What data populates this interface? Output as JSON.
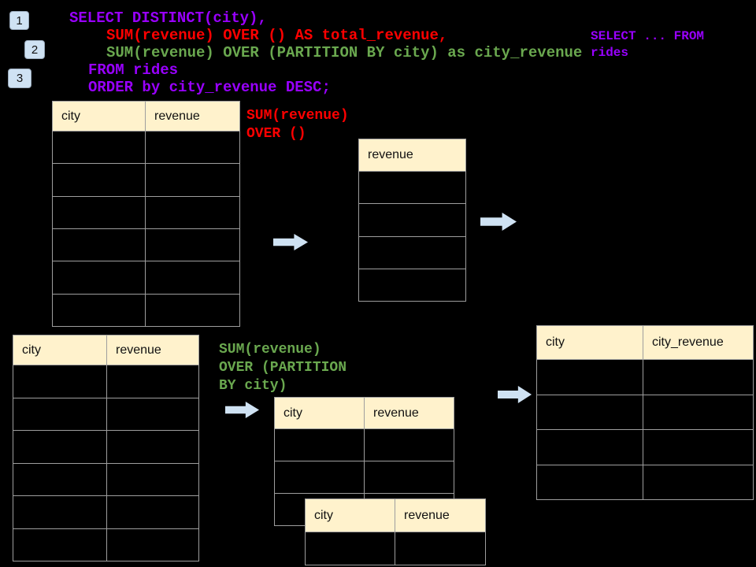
{
  "badges": [
    "1",
    "2",
    "3"
  ],
  "sql_code": {
    "lines": [
      "SELECT DISTINCT(city),",
      "SUM(revenue) OVER () AS total_revenue,",
      "SUM(revenue) OVER (PARTITION BY city) as city_revenue",
      "FROM rides",
      "ORDER by city_revenue DESC;"
    ]
  },
  "side_note": "SELECT ... FROM rides",
  "annotations": {
    "total_revenue_label": [
      "SUM(revenue)",
      "OVER ()"
    ],
    "partition_label": [
      "SUM(revenue)",
      "OVER (PARTITION",
      "BY city)"
    ]
  },
  "tables": {
    "source_top": {
      "headers": [
        "city",
        "revenue"
      ],
      "row_count": 6
    },
    "total_revenue_result": {
      "headers": [
        "revenue"
      ],
      "row_count": 4
    },
    "source_bottom": {
      "headers": [
        "city",
        "revenue"
      ],
      "row_count": 6
    },
    "partition_step": {
      "headers": [
        "city",
        "revenue"
      ],
      "row_count": 3
    },
    "partition_step_overlay": {
      "headers": [
        "city",
        "revenue"
      ],
      "row_count": 1
    },
    "city_revenue_result": {
      "headers": [
        "city",
        "city_revenue"
      ],
      "row_count": 4
    }
  },
  "icons": {
    "flow_arrow": "right-arrow"
  },
  "colors": {
    "background": "#000000",
    "header_fill": "#fff2cc",
    "accent_blue": "#cfe2f3",
    "purple": "#9900ff",
    "red": "#ff0000",
    "green": "#6aa84f",
    "border": "#9e9e9e"
  }
}
